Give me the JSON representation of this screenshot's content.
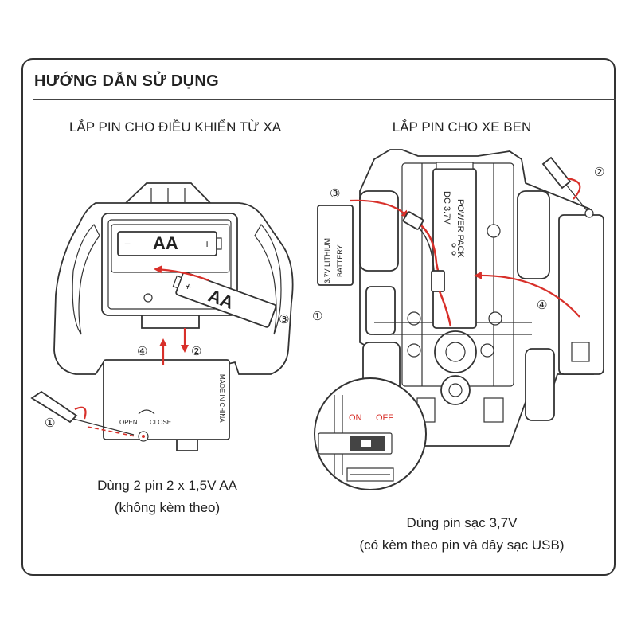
{
  "header": {
    "title": "HƯỚNG DẪN SỬ DỤNG"
  },
  "left_panel": {
    "heading": "LẮP PIN CHO ĐIỀU KHIỂN TỪ XA",
    "caption_line1": "Dùng 2 pin 2 x 1,5V AA",
    "caption_line2": "(không kèm theo)",
    "battery_label_in_slot": "AA",
    "battery_label_loose": "AA",
    "minus": "−",
    "plus": "+",
    "open_label": "OPEN",
    "close_label": "CLOSE",
    "made_in_label": "MADE IN CHINA",
    "step1": "①",
    "step2": "②",
    "step3": "③",
    "step4": "④"
  },
  "right_panel": {
    "heading": "LẮP PIN CHO XE BEN",
    "caption_line1": "Dùng pin sạc 3,7V",
    "caption_line2": "(có kèm theo pin và dây sạc USB)",
    "battery_line1": "3.7V LITHIUM",
    "battery_line2": "BATTERY",
    "pack_line1": "DC 3.7V",
    "pack_line2": "POWER  PACK",
    "switch_on": "ON",
    "switch_off": "OFF",
    "step1": "①",
    "step2": "②",
    "step3": "③",
    "step4": "④"
  },
  "colors": {
    "accent_red": "#d8302a",
    "line": "#333333",
    "on_off_text": "#d8302a"
  }
}
